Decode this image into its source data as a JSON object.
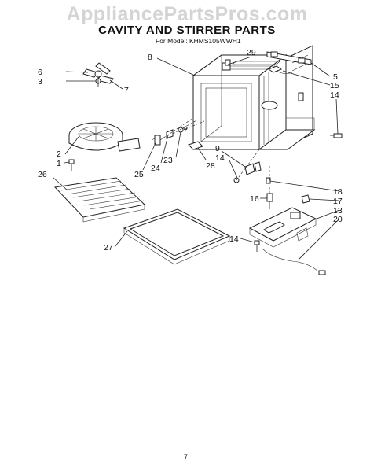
{
  "watermark": "AppliancePartsPros.com",
  "title": "CAVITY AND STIRRER PARTS",
  "model_line": "For Model: KHMS105WWH1",
  "page_number": "7",
  "callouts": [
    "8",
    "29",
    "5",
    "15",
    "14",
    "6",
    "3",
    "7",
    "2",
    "1",
    "26",
    "25",
    "24",
    "23",
    "28",
    "9",
    "14",
    "18",
    "16",
    "17",
    "13",
    "20",
    "14",
    "27"
  ]
}
